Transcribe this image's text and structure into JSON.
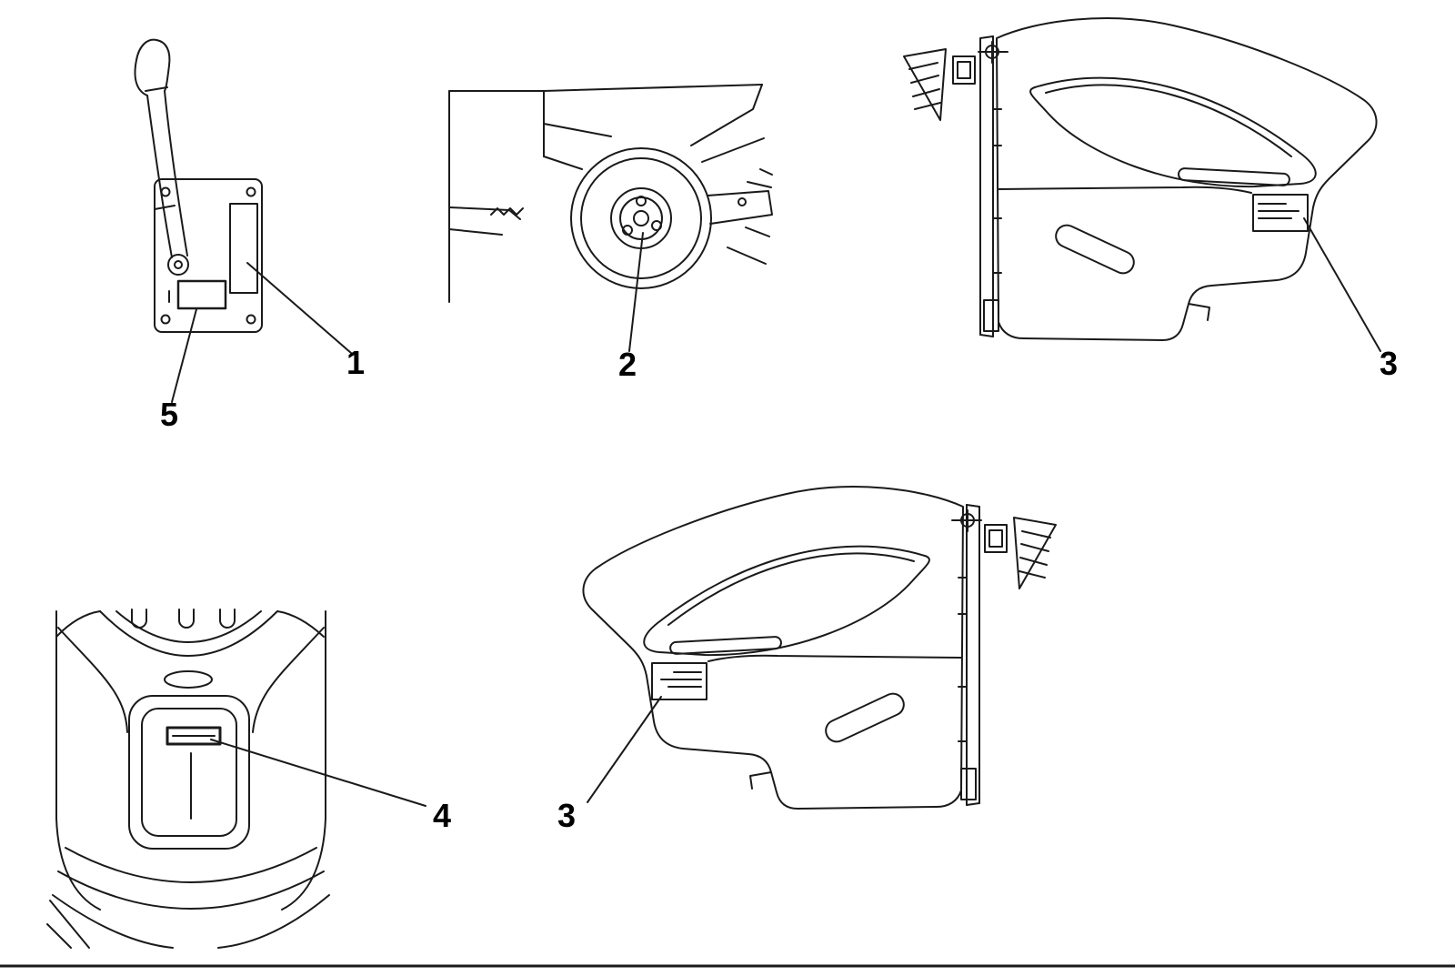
{
  "callouts": {
    "control_plate": "1",
    "transport_wheel": "2",
    "tank_label_right_view": "3",
    "squeegee_head_label": "4",
    "plate_sticker": "5",
    "tank_label_left_view": "3"
  }
}
